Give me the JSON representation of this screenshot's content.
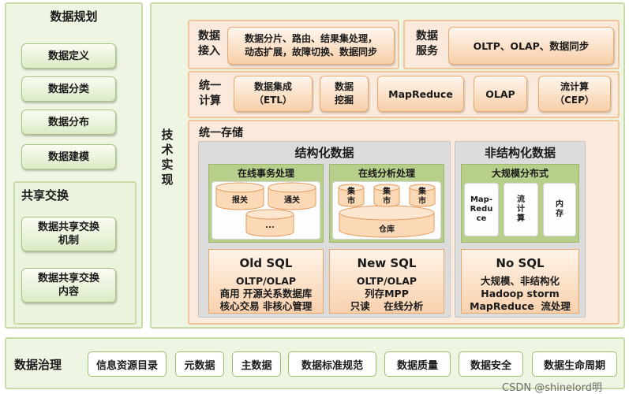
{
  "planning": {
    "title": "数据规划",
    "items": [
      "数据定义",
      "数据分类",
      "数据分布",
      "数据建模"
    ]
  },
  "sharing": {
    "title": "共享交换",
    "items": [
      "数据共享交换\n机制",
      "数据共享交换\n内容"
    ]
  },
  "tech": {
    "label": "技\n术\n实\n现",
    "access": {
      "label": "数据\n接入",
      "content": "数据分片、路由、结果集处理，\n动态扩展，故障切换、数据同步"
    },
    "service": {
      "label": "数据\n服务",
      "content": "OLTP、OLAP、数据同步"
    },
    "compute": {
      "label": "统一\n计算",
      "items": [
        "数据集成\n（ETL）",
        "数据\n挖掘",
        "MapReduce",
        "OLAP",
        "流计算\n（CEP）"
      ]
    },
    "storage": {
      "label": "统一存储",
      "structured": {
        "title": "结构化数据",
        "oltp": {
          "title": "在线事务处理",
          "cylinders": [
            "报关",
            "通关",
            "..."
          ]
        },
        "olap": {
          "title": "在线分析处理",
          "marts": [
            "集\n市",
            "集\n市",
            "集\n市"
          ],
          "warehouse": "仓库"
        },
        "old_sql": {
          "title": "Old SQL",
          "lines": [
            "OLTP/OLAP",
            "商用  开源关系数据库",
            "核心交易 非核心管理"
          ]
        },
        "new_sql": {
          "title": "New SQL",
          "lines": [
            "OLTP/OLAP",
            "列存MPP",
            "只读    在线分析"
          ]
        }
      },
      "unstructured": {
        "title": "非结构化数据",
        "distributed": {
          "title": "大规模分布式",
          "items": [
            "Map-\nRedu\nce",
            "流\n计\n算",
            "内\n存"
          ]
        },
        "no_sql": {
          "title": "No SQL",
          "lines": [
            "大规模、非结构化",
            "Hadoop storm",
            "MapReduce  流处理"
          ]
        }
      }
    }
  },
  "governance": {
    "title": "数据治理",
    "items": [
      "信息资源目录",
      "元数据",
      "主数据",
      "数据标准规范",
      "数据质量",
      "数据安全",
      "数据生命周期"
    ]
  },
  "watermark": "CSDN @shinelord明",
  "colors": {
    "green_panel": "#eef5e3",
    "orange_panel": "#fbeadb",
    "accent_green": "#b8cf8c",
    "accent_orange": "#f7cfa8"
  }
}
